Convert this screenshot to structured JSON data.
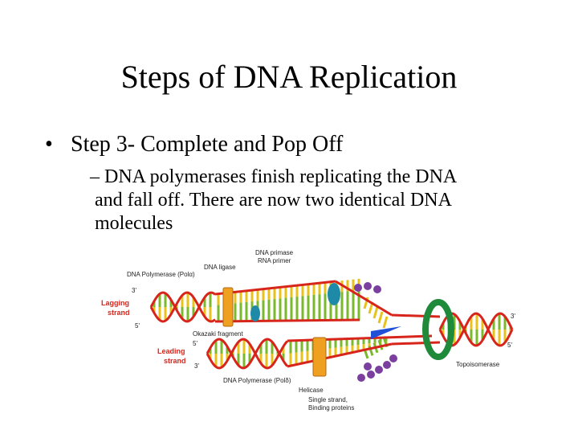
{
  "slide": {
    "title": "Steps of DNA Replication",
    "bullet_marker": "•",
    "bullet": "Step 3- Complete and Pop Off",
    "sub_marker": "–",
    "sub_lines": [
      "DNA polymerases finish replicating the DNA",
      "and fall off.  There are now two identical DNA",
      "molecules"
    ]
  },
  "diagram": {
    "labels": {
      "dna_primase": "DNA primase",
      "rna_primer": "RNA primer",
      "dna_ligase": "DNA ligase",
      "dna_polymerase_alpha": "DNA Polymerase (Polα)",
      "lagging_1": "Lagging",
      "lagging_2": "strand",
      "okazaki": "Okazaki fragment",
      "leading_1": "Leading",
      "leading_2": "strand",
      "dna_polymerase_delta": "DNA Polymerase (Polδ)",
      "helicase": "Helicase",
      "ssb_1": "Single strand,",
      "ssb_2": "Binding proteins",
      "topoisomerase": "Topoisomerase",
      "three_prime": "3'",
      "five_prime": "5'"
    },
    "colors": {
      "backbone_red": "#d8251b",
      "base_yellow": "#e8c21a",
      "base_green": "#7ab92b",
      "polymerase_orange": "#f0a020",
      "ligase_teal": "#1f8aa8",
      "ssb_purple": "#7b3fa0",
      "topo_green": "#1f8a3a",
      "helicase_blue": "#2050d8",
      "label_red": "#d8251b"
    }
  }
}
